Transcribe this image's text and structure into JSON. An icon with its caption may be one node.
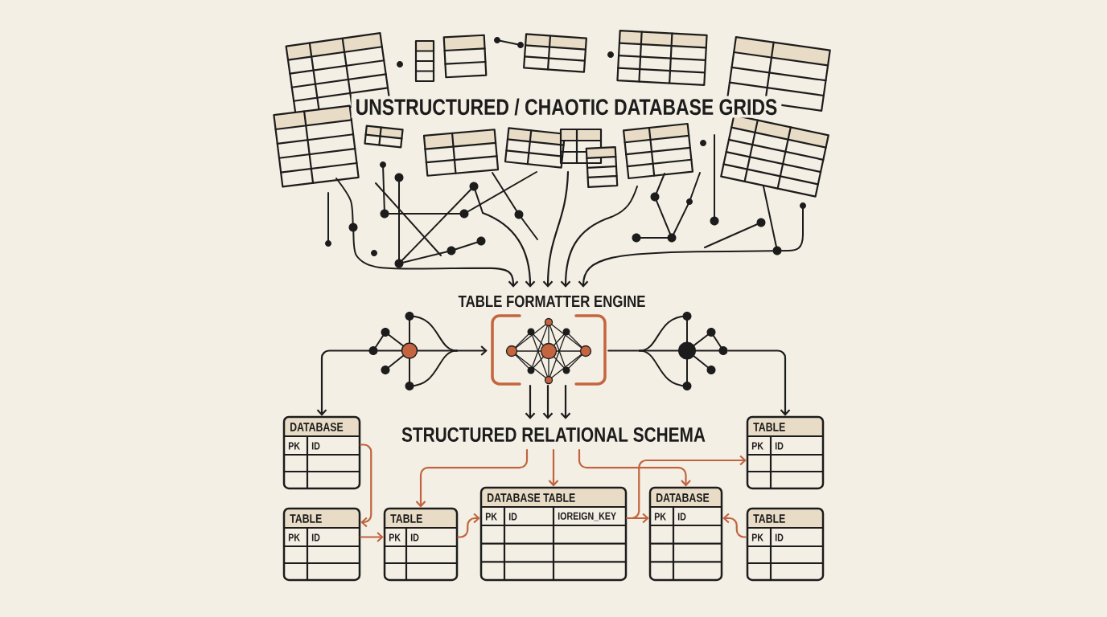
{
  "diagram": {
    "nodes": [
      {
        "text": [],
        "shape": "picture"
      },
      {
        "text": [
          "TABLE FORMATTER ENGINE"
        ]
      },
      {
        "text": [],
        "shape": "picture"
      },
      {
        "text": [
          "STRUCTURED RELATIONAL SCHEMA"
        ]
      },
      {
        "text": [
          "DATABASE",
          "PK",
          "ID"
        ]
      },
      {
        "text": [
          "TABLE",
          "PK",
          "ID"
        ]
      },
      {
        "text": [
          "TABLE",
          "PK",
          "ID"
        ]
      },
      {
        "text": [
          "TABLE",
          "PK",
          "ID"
        ]
      },
      {
        "text": [
          "DATABASE TABLE",
          "PK",
          "ID",
          "IOREIGN_KEY"
        ]
      },
      {
        "text": [
          "DATABASE",
          "PK",
          "ID"
        ]
      },
      {
        "text": [
          "TABLE",
          "PK",
          "ID"
        ]
      }
    ],
    "edges": [
      {
        "from": null,
        "to": 1,
        "arrow": "to"
      },
      {
        "from": null,
        "to": 1,
        "arrow": "to"
      },
      {
        "from": null,
        "to": 1,
        "arrow": "to"
      },
      {
        "from": null,
        "to": 1,
        "arrow": "to"
      },
      {
        "from": null,
        "to": 1,
        "arrow": "to"
      },
      {
        "from": 0,
        "to": 1,
        "arrow": "to"
      },
      {
        "from": 1,
        "to": 2,
        "arrow": "none"
      },
      {
        "from": 0,
        "to": 4,
        "arrow": "to"
      },
      {
        "from": 2,
        "to": 5,
        "arrow": "to"
      },
      {
        "from": 1,
        "to": 3,
        "arrow": "to"
      },
      {
        "from": 1,
        "to": 3,
        "arrow": "to"
      },
      {
        "from": 1,
        "to": 3,
        "arrow": "to"
      },
      {
        "from": 3,
        "to": 7,
        "arrow": "to",
        "color": "#c0643f"
      },
      {
        "from": 3,
        "to": 8,
        "arrow": "to",
        "color": "#c0643f"
      },
      {
        "from": 3,
        "to": 9,
        "arrow": "to",
        "color": "#c0643f"
      },
      {
        "from": 8,
        "to": 5,
        "arrow": "to",
        "color": "#c0643f"
      },
      {
        "from": 8,
        "to": 9,
        "arrow": "to",
        "color": "#c0643f"
      },
      {
        "from": 4,
        "to": 6,
        "arrow": "to",
        "color": "#c0643f"
      },
      {
        "from": 6,
        "to": 7,
        "arrow": "to",
        "color": "#c0643f"
      },
      {
        "from": 7,
        "to": 8,
        "arrow": "to",
        "color": "#c0643f"
      },
      {
        "from": 10,
        "to": 9,
        "arrow": "to",
        "color": "#c0643f"
      }
    ],
    "labels": [
      "UNSTRUCTURED / CHAOTIC DATABASE GRIDS"
    ]
  }
}
